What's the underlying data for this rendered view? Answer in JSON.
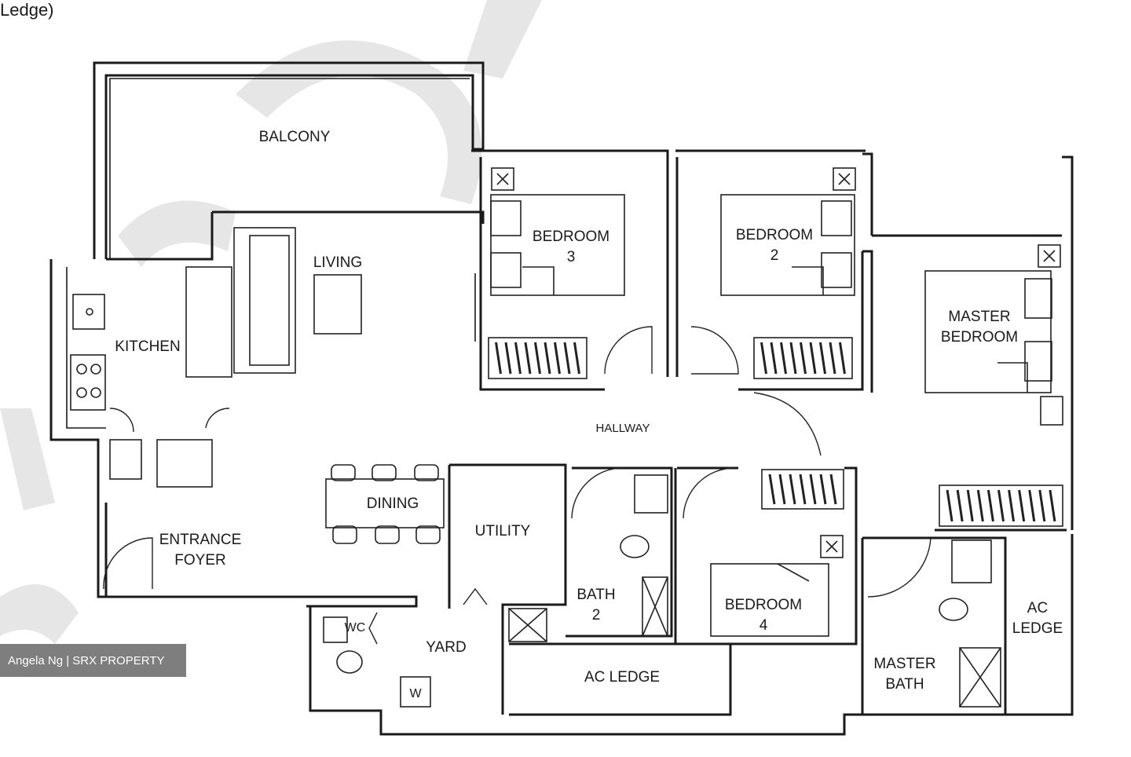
{
  "caption_partial": "Ledge)",
  "watermark_credit": "Angela Ng | SRX PROPERTY",
  "colors": {
    "wall": "#1a1a1a",
    "watermark": "#b8b8b8",
    "credit_bg": "#5a5a5a"
  },
  "rooms": {
    "balcony": "BALCONY",
    "living": "LIVING",
    "kitchen": "KITCHEN",
    "bedroom3": [
      "BEDROOM",
      "3"
    ],
    "bedroom2": [
      "BEDROOM",
      "2"
    ],
    "master_bedroom": [
      "MASTER",
      "BEDROOM"
    ],
    "hallway": "HALLWAY",
    "dining": "DINING",
    "utility": "UTILITY",
    "entrance_foyer": [
      "ENTRANCE",
      "FOYER"
    ],
    "bath2": [
      "BATH",
      "2"
    ],
    "bedroom4": [
      "BEDROOM",
      "4"
    ],
    "ac_ledge_right": [
      "AC",
      "LEDGE"
    ],
    "wc": "WC",
    "yard": "YARD",
    "washer": "W",
    "ac_ledge_bottom": "AC LEDGE",
    "master_bath": [
      "MASTER",
      "BATH"
    ]
  }
}
